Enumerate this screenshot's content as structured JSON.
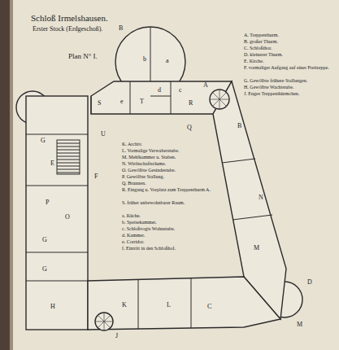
{
  "diagram": {
    "title": "Schloß Irmelshausen.",
    "labels": [
      "Erster Stock (Erdgeschoß).",
      "Plan N° I.",
      "A. Treppenthurm.",
      "B. großer Thurm.",
      "C. Schloßthor.",
      "D. kleinerer Thurm.",
      "E. Kirche.",
      "F. vormaliger Aufgang auf einer Freitreppe.",
      "G. Gewölbte frühere Stallungen.",
      "H. Gewölbte Wachtstube.",
      "J. Enges Treppenthürmchen.",
      "K. Archiv.",
      "L. Vormalige Verwalterstube.",
      "M. Mehlkammer u. Stuben.",
      "N. Wirthschaftsräume.",
      "O. Gewölbte Gesindestube.",
      "P. Gewölbte Stallung.",
      "Q. Brunnen.",
      "R. Eingang u. Vorplatz zum Treppenthurm A.",
      "S. früher unbewohnbarer Raum.",
      "a. Küche.",
      "b. Speisekammer.",
      "c. Schloßvogts Wohnstube.",
      "d. Kammer.",
      "e. Corridor.",
      "f. Eintritt in den Schloßhof.",
      "B",
      "b",
      "a",
      "d",
      "c",
      "T",
      "e",
      "A",
      "R",
      "S",
      "U",
      "B",
      "Q",
      "G",
      "E",
      "F",
      "P",
      "O",
      "G",
      "G",
      "H",
      "K",
      "L",
      "J",
      "C",
      "M",
      "N",
      "D",
      "M"
    ]
  }
}
